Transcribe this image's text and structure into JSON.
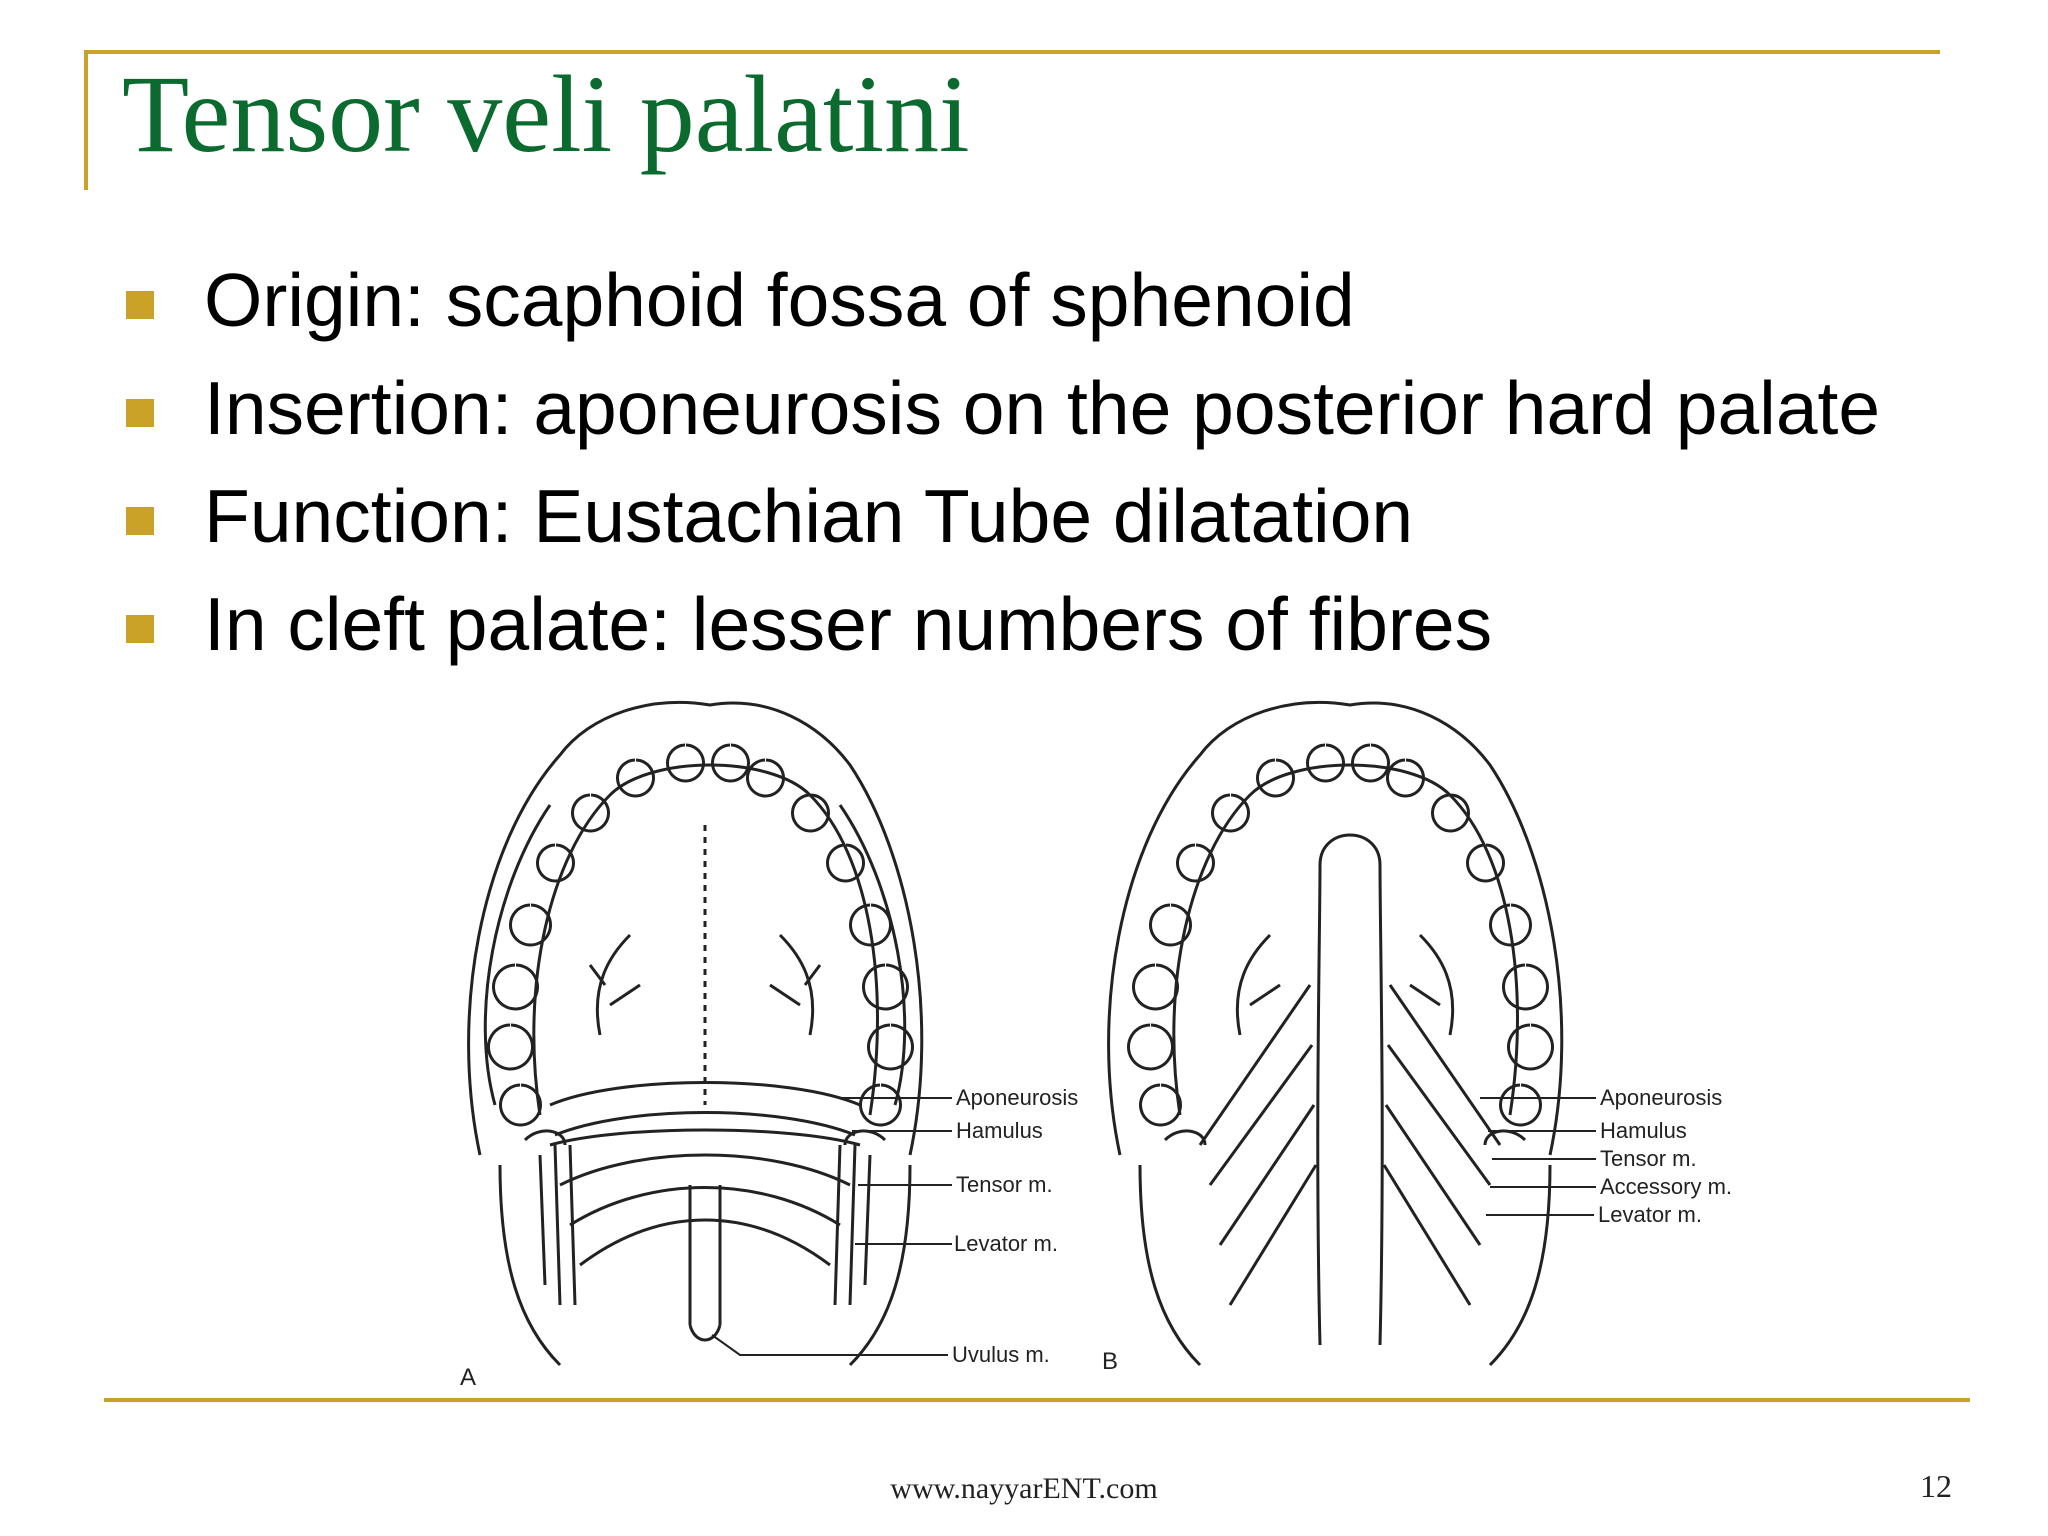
{
  "slide": {
    "title": "Tensor veli palatini",
    "bullets": [
      "Origin: scaphoid fossa of sphenoid",
      "Insertion: aponeurosis on the posterior hard palate",
      "Function: Eustachian Tube dilatation",
      "In cleft palate: lesser numbers of fibres"
    ],
    "figure": {
      "panel_a": {
        "letter": "A",
        "labels": [
          "Aponeurosis",
          "Hamulus",
          "Tensor m.",
          "Levator m.",
          "Uvulus m."
        ]
      },
      "panel_b": {
        "letter": "B",
        "labels": [
          "Aponeurosis",
          "Hamulus",
          "Tensor m.",
          "Accessory m.",
          "Levator m."
        ]
      }
    },
    "footer": {
      "url": "www.nayyarENT.com",
      "page_number": "12"
    },
    "colors": {
      "accent": "#c9a227",
      "title": "#0b6b2f"
    }
  }
}
